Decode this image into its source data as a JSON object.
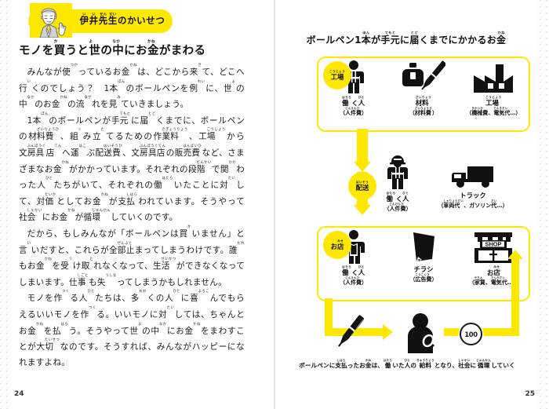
{
  "badge": {
    "ruby": [
      "い",
      "い",
      "せん",
      "せい"
    ],
    "label": "伊井先生のかいせつ",
    "icon": "teacher-portrait-icon"
  },
  "left_page": {
    "page_number": "24",
    "heading": "モノを買うと世の中にお金がまわる",
    "heading_ruby": [
      "か",
      "よ",
      "なか",
      "かね"
    ],
    "paragraphs": [
      "みんなが使っているお金は、どこから来て、どこへ行くのでしょう？　1本のボールペンを例に、世の中のお金の流れを見ていきましょう。",
      "1本のボールペンが手元に届くまでに、ボールペンの材料費、組み立てるための作業料、工場から文房具店へ運ぶ配送費、文房具店の販売費など、さまざまなお金がかかっています。それぞれの段階で関わった人たちがいて、それぞれの働いたことに対して、対価としてお金が支払われています。そうやって社会にお金が循環していくのです。",
      "だから、もしみんなが「ボールペンは買いません」と言いだすと、これらが全部止まってしまうわけです。誰もお金を受け取れなくなって、生活ができなくなってしまいます。仕事も失ってしまうかもしれません。",
      "モノを作る人たちは、多くの人に喜んでもらえるいいモノを作る。いいモノに対しては、ちゃんとお金を払う。そうやって世の中にお金をまわすことが大切なのです。そうすれば、みんながハッピーになれますよね。"
    ]
  },
  "right_page": {
    "page_number": "25",
    "title": "ボールペン1本が手元に届くまでにかかるお金",
    "title_ruby": [
      "ほん",
      "て もと",
      "とど",
      "かね"
    ],
    "stages": [
      {
        "id": "factory",
        "pill_label": "工場",
        "pill_ruby": "こうじょう",
        "items": [
          {
            "name": "働く人",
            "name_ruby": "はたら　ひと",
            "cost": "（人件費）",
            "cost_ruby": "じんけんひ",
            "icon": "worker-icon"
          },
          {
            "name": "材料",
            "name_ruby": "ざいりょう",
            "cost": "（材料費）",
            "cost_ruby": "ざいりょうひ",
            "icon": "ink-and-pen-icon"
          },
          {
            "name": "工場",
            "name_ruby": "こうじょう",
            "cost": "（機械費、電気代…）",
            "cost_ruby": "きかいひ　でんきだい",
            "icon": "factory-icon"
          }
        ]
      },
      {
        "id": "delivery",
        "pill_label": "配送",
        "pill_ruby": "はいそう",
        "items": [
          {
            "name": "働く人",
            "name_ruby": "はたら　ひと",
            "cost": "（人件費）",
            "cost_ruby": "じんけんひ",
            "icon": "delivery-worker-icon"
          },
          {
            "name": "トラック",
            "name_ruby": "",
            "cost": "（車両代、ガソリン代…）",
            "cost_ruby": "しゃりょうだい　　　　だい",
            "icon": "truck-icon"
          }
        ]
      },
      {
        "id": "shop",
        "pill_label": "お店",
        "pill_ruby": "みせ",
        "items": [
          {
            "name": "働く人",
            "name_ruby": "はたら　ひと",
            "cost": "（人件費）",
            "cost_ruby": "じんけんひ",
            "icon": "shop-worker-icon"
          },
          {
            "name": "チラシ",
            "name_ruby": "",
            "cost": "（広告費）",
            "cost_ruby": "こうこくひ",
            "icon": "flyer-icon"
          },
          {
            "name": "お店",
            "name_ruby": "みせ",
            "cost": "（家賃、電気代…）",
            "cost_ruby": "やちん　でんきだい",
            "icon": "shop-building-icon"
          }
        ]
      }
    ],
    "shop_sign": "SHOP",
    "coin_value": "100",
    "bottom_caption": "ボールペンに支払ったお金は、働いた人の給料となり、社会に循環していく",
    "bottom_caption_ruby": [
      "し はら",
      "かね",
      "はたら",
      "ひと",
      "きゅうりょう",
      "しゃかい",
      "じゅんかん"
    ]
  },
  "colors": {
    "accent_yellow": "#ffe800",
    "ink": "#111111",
    "paper": "#ffffff"
  }
}
